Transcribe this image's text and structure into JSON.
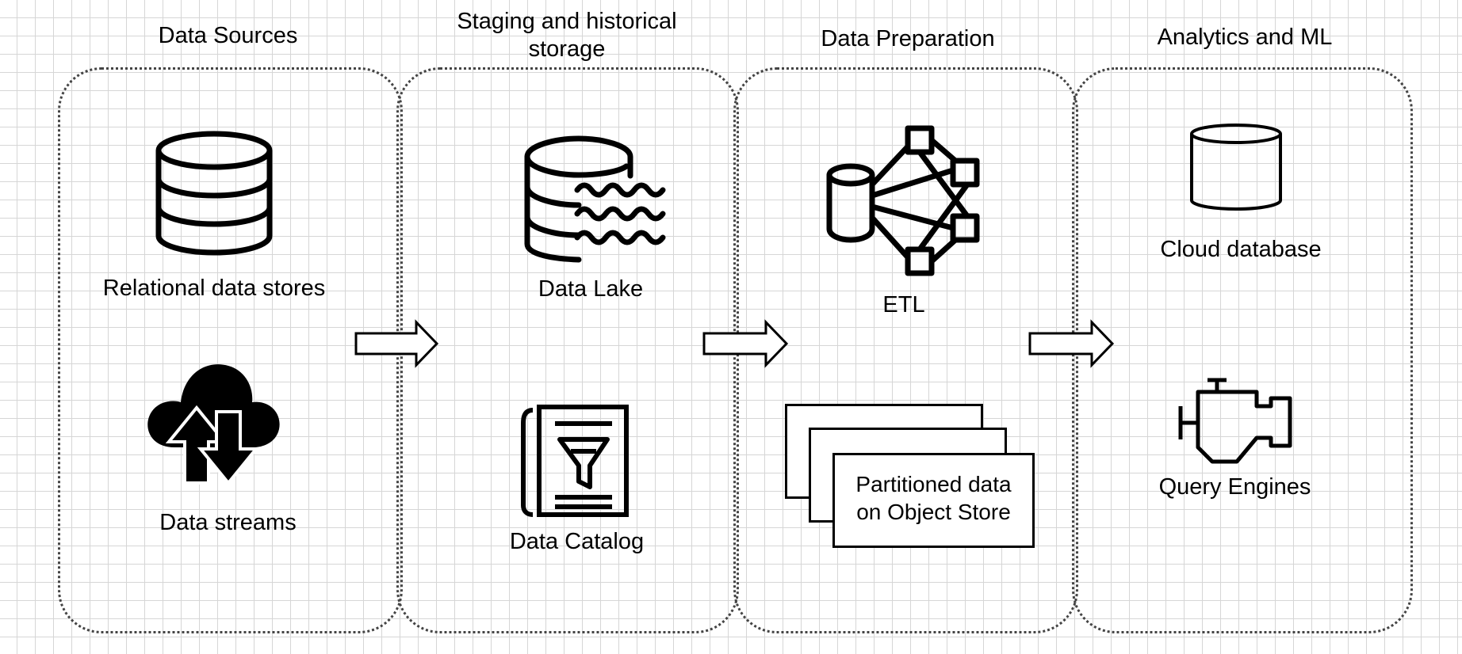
{
  "stages": [
    {
      "title": "Data Sources"
    },
    {
      "title": "Staging and historical storage"
    },
    {
      "title": "Data Preparation"
    },
    {
      "title": "Analytics and ML"
    }
  ],
  "components": {
    "relational": "Relational data stores",
    "streams": "Data streams",
    "lake": "Data Lake",
    "catalog": "Data Catalog",
    "etl": "ETL",
    "partitioned": "Partitioned data on Object Store",
    "cloud_db": "Cloud database",
    "query": "Query Engines"
  },
  "icons": {
    "relational": "database-icon",
    "streams": "cloud-upload-download-icon",
    "lake": "data-lake-icon",
    "catalog": "catalog-filter-icon",
    "etl": "etl-network-icon",
    "partitioned": "stacked-pages-icon",
    "cloud_db": "cylinder-database-icon",
    "query": "engine-icon",
    "arrow": "right-arrow-icon"
  },
  "colors": {
    "line": "#000000",
    "grid": "#d6d6d6",
    "box_border": "#444444"
  }
}
